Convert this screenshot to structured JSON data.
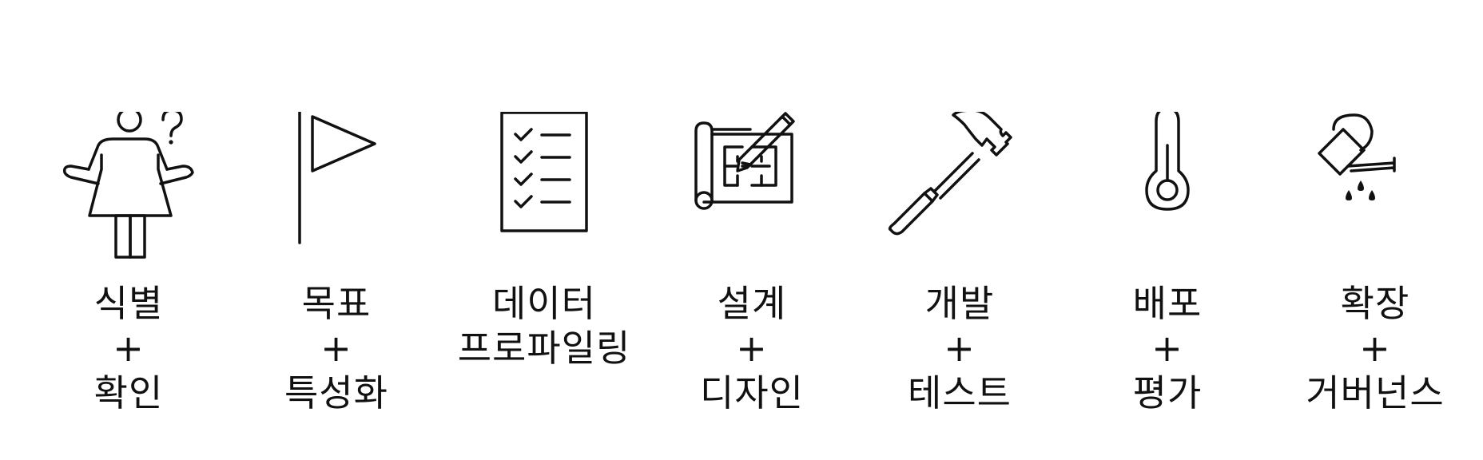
{
  "steps": [
    {
      "icon": "person-question-icon",
      "line1": "식별",
      "sep": "+",
      "line2": "확인"
    },
    {
      "icon": "flag-icon",
      "line1": "목표",
      "sep": "+",
      "line2": "특성화"
    },
    {
      "icon": "checklist-icon",
      "line1": "데이터",
      "line2": "프로파일링"
    },
    {
      "icon": "blueprint-pencil-icon",
      "line1": "설계",
      "sep": "+",
      "line2": "디자인"
    },
    {
      "icon": "hammer-icon",
      "line1": "개발",
      "sep": "+",
      "line2": "테스트"
    },
    {
      "icon": "thermometer-icon",
      "line1": "배포",
      "sep": "+",
      "line2": "평가"
    },
    {
      "icon": "watering-can-icon",
      "line1": "확장",
      "sep": "+",
      "line2": "거버넌스"
    }
  ]
}
